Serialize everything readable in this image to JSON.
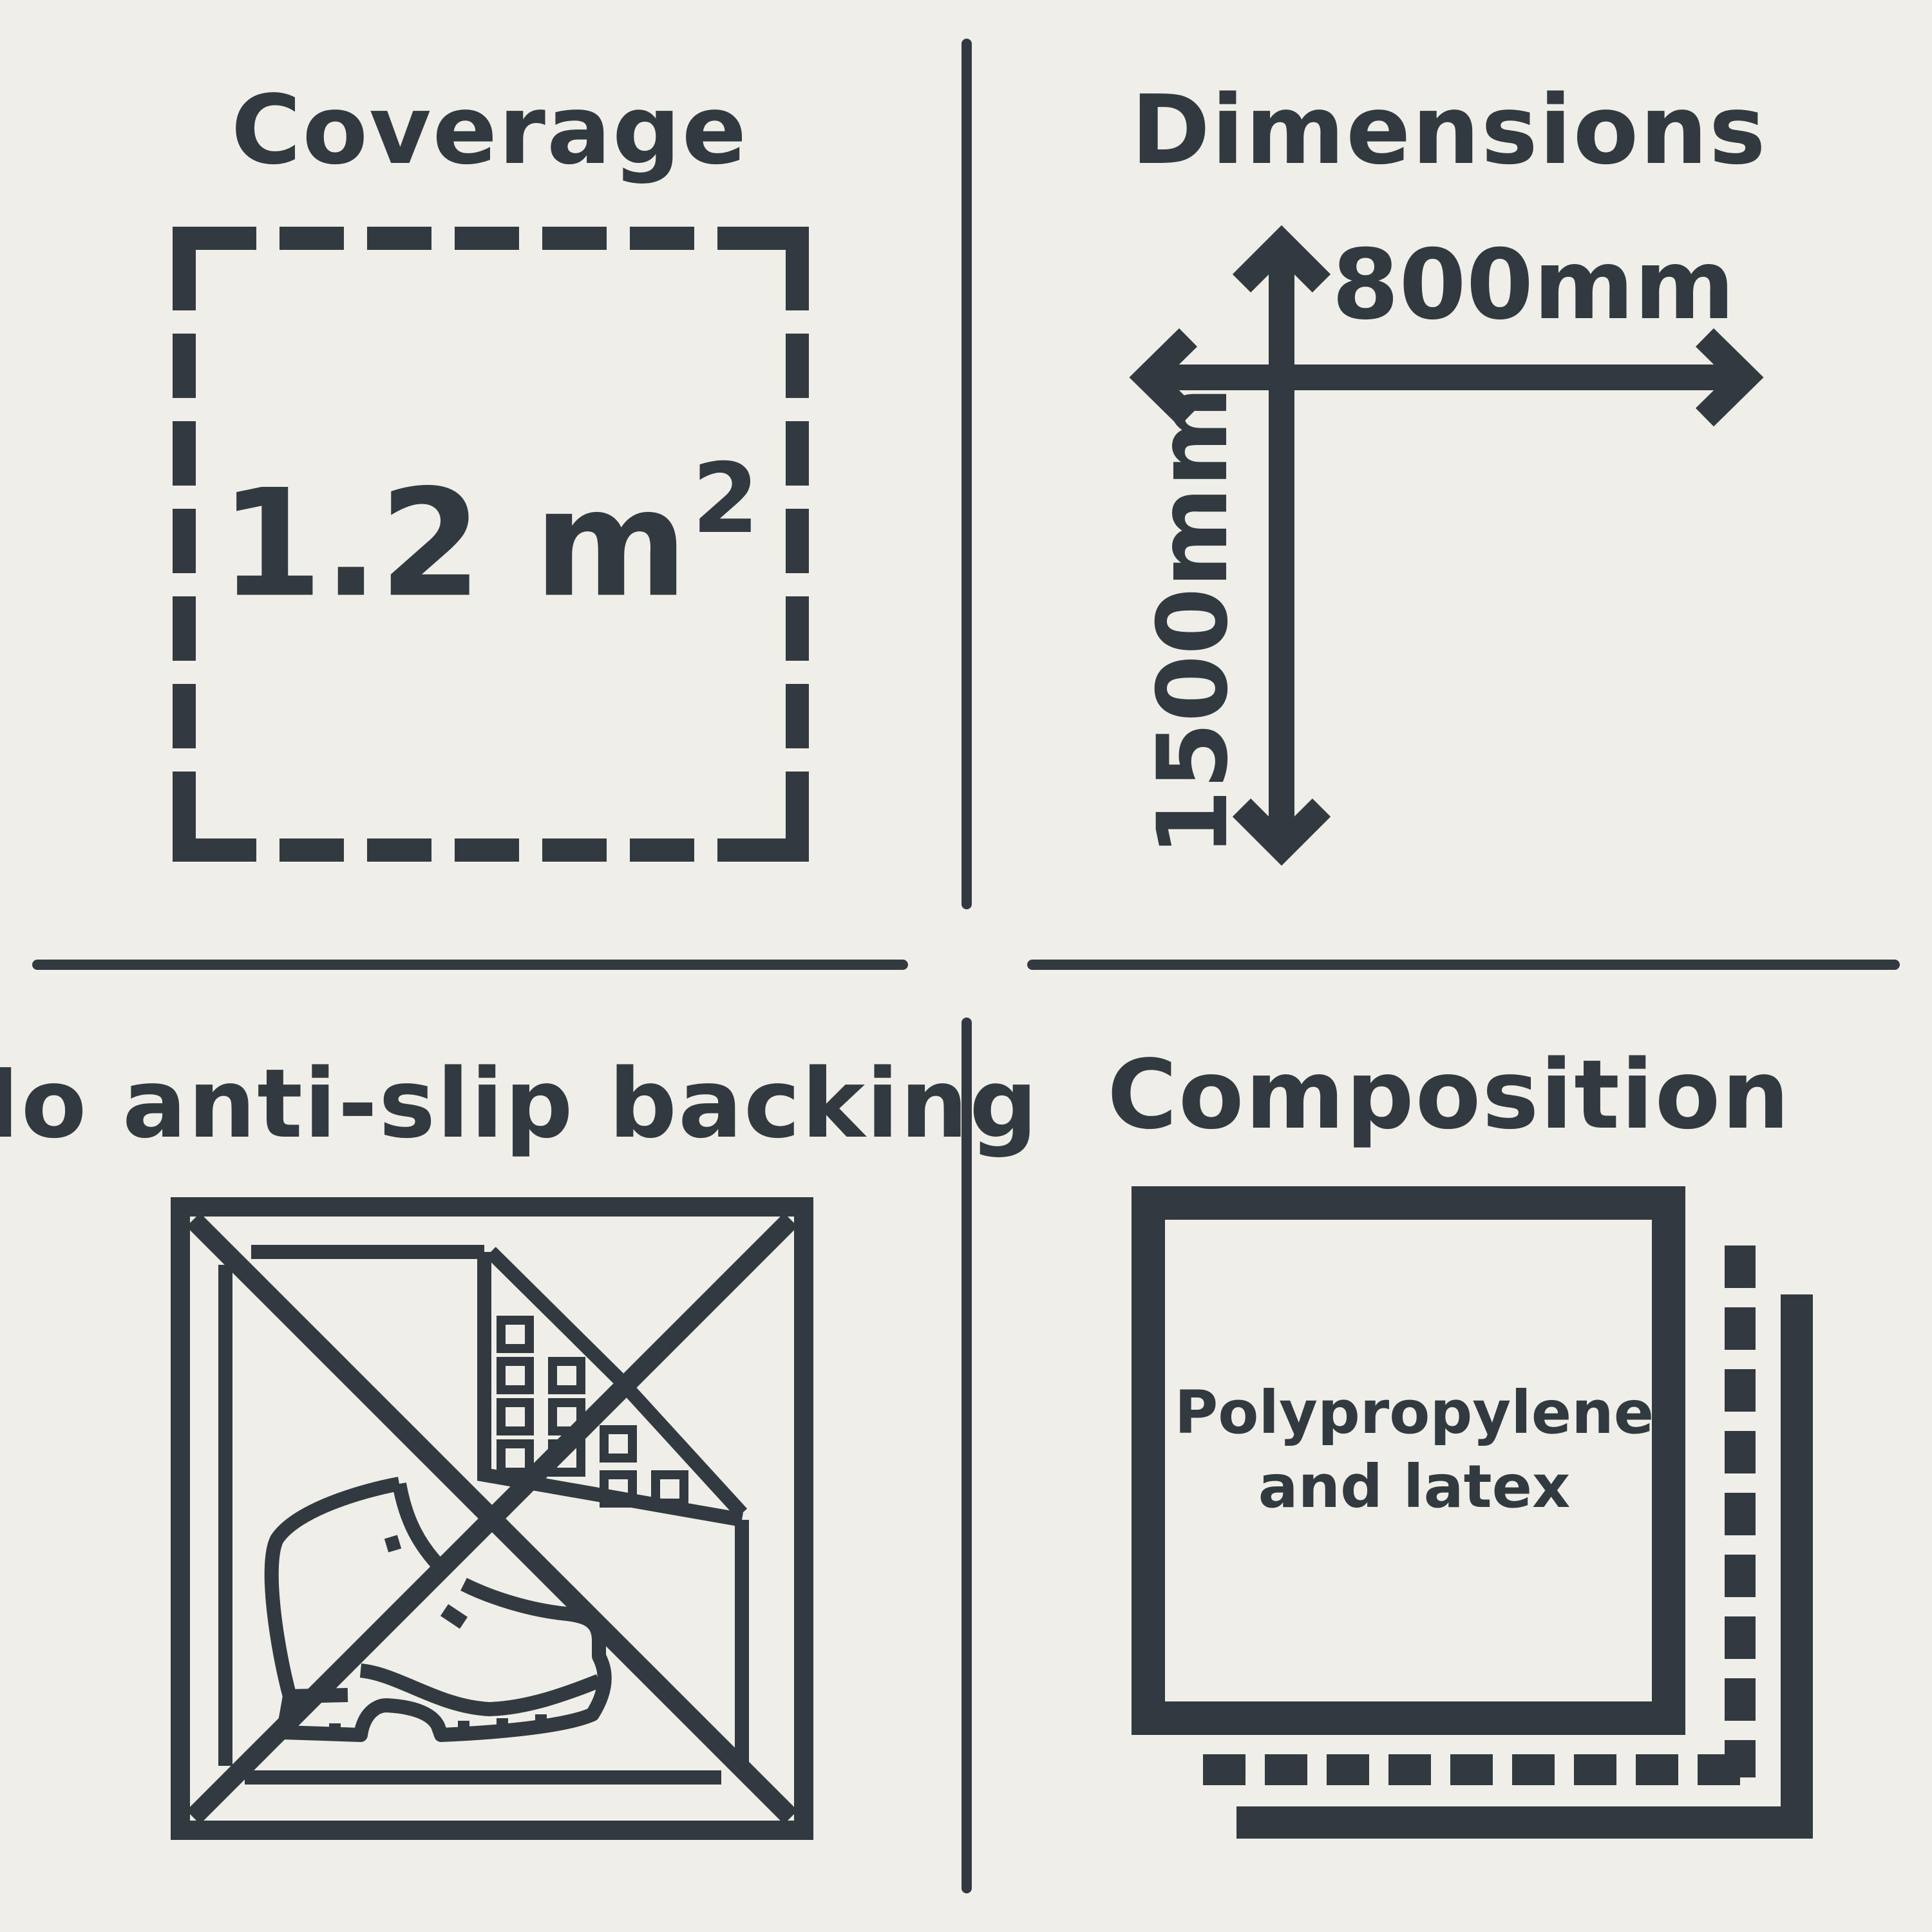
{
  "coverage": {
    "heading": "Coverage",
    "value": "1.2 m",
    "exponent": "2"
  },
  "dimensions": {
    "heading": "Dimensions",
    "width_label": "800mm",
    "length_label": "1500mm"
  },
  "backing": {
    "heading": "No anti-slip backing"
  },
  "composition": {
    "heading": "Composition",
    "line1": "Polypropylene",
    "line2": "and latex"
  },
  "colors": {
    "background": "#f0eee8",
    "ink": "#313a3f"
  }
}
